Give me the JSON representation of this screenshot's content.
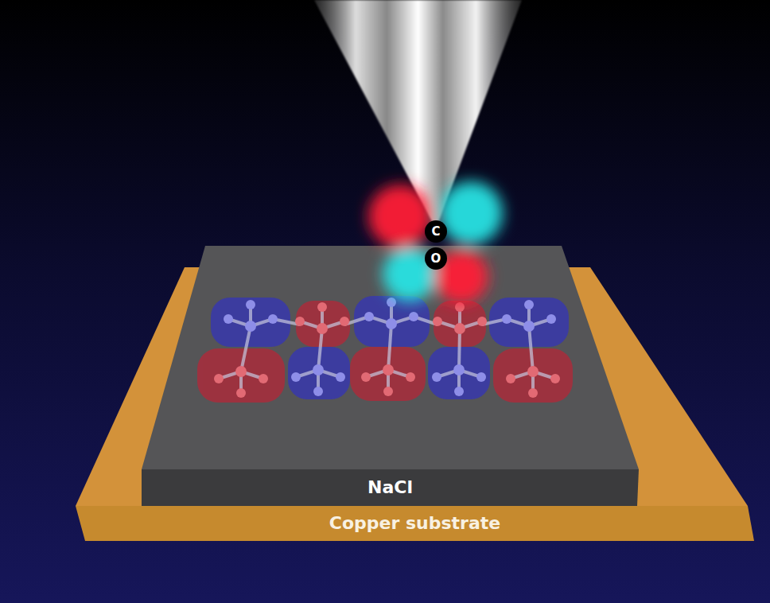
{
  "diagram": {
    "nodes": [
      {
        "text": [
          "C"
        ]
      },
      {
        "text": [
          "O"
        ]
      },
      {
        "text": [
          "NaCl"
        ]
      },
      {
        "text": [
          "Copper substrate"
        ]
      }
    ]
  }
}
